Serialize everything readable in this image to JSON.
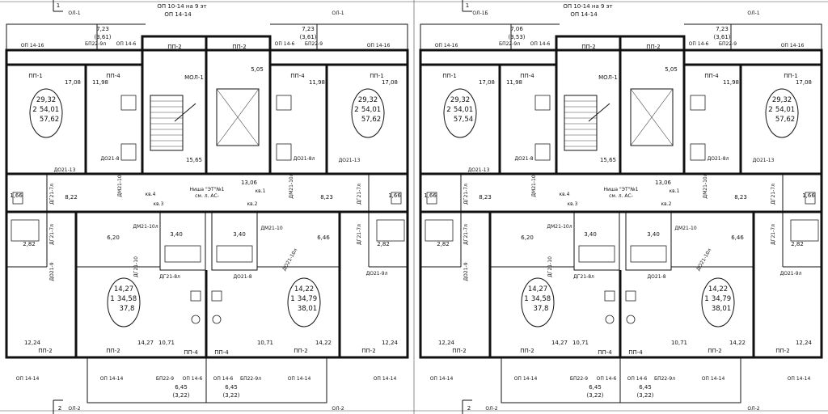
{
  "title": "",
  "colors": {
    "line": "#111111",
    "background": "#ffffff"
  },
  "marks": {
    "axis1": "1",
    "axis2": "2"
  },
  "frame": {
    "top": [
      "ОЛ-1",
      "ОЛ-1",
      "ОЛ-1Б",
      "ОЛ-1"
    ],
    "bottom": [
      "ОЛ-2",
      "ОЛ-2",
      "ОЛ-2",
      "ОЛ-2"
    ]
  },
  "header_notes": {
    "left_a": "ОП 10-14 на 9 эт",
    "left_b": "ОП 14-14",
    "right_a": "ОП 10-14 на 9 эт",
    "right_b": "ОП 14-14"
  },
  "sections": [
    {
      "top": {
        "bal_l": "7,23",
        "bal_l_sub": "(3,61)",
        "bal_r": "7,23",
        "bal_r_sub": "(3,61)"
      },
      "top_lintels": [
        "ОП 14-16",
        "БП22-9л",
        "ОП 14-6",
        "ОП 14-6",
        "БП22-9",
        "ОП 14-16"
      ],
      "slabs": [
        "ПП-1",
        "ПП-4",
        "ПП-2",
        "ПП-2",
        "ПП-4",
        "ПП-1"
      ],
      "areas_top": [
        "17,08",
        "11,98",
        "5,05",
        "11,98",
        "17,08"
      ],
      "apt_a": [
        "29,32",
        "2",
        "54,01",
        "57,62"
      ],
      "apt_b": [
        "29,32",
        "2",
        "54,01",
        "57,62"
      ],
      "stair": {
        "landing": "МОЛ-1",
        "area": "15,65",
        "hall": "13,06"
      },
      "niche": {
        "label": "Ниша \"ЭТ\"№1",
        "sub": "см. л. АС-"
      },
      "flats": [
        "кв.4",
        "кв.3",
        "кв.1",
        "кв.2"
      ],
      "doors_mid": [
        "ДО21-13",
        "ДО21-8",
        "ДО21-8л",
        "ДО21-13",
        "ДГ21-7л",
        "ДМ21-10",
        "ДМ21-10л",
        "ДГ21-7л"
      ],
      "areas_mid": [
        "1,66",
        "8,22",
        "8,23",
        "1,66"
      ],
      "doors_low": [
        "ДГ21-7л",
        "ДМ21-10л",
        "ДМ21-10",
        "ДГ21-7л",
        "ДГ21-10",
        "ДГ21-8л",
        "ДО21-8",
        "ДО21-9л",
        "ДО21-9",
        "ДО21-10л"
      ],
      "areas_low": [
        "2,82",
        "6,20",
        "3,40",
        "3,40",
        "6,46",
        "2,82"
      ],
      "apt_c": [
        "14,27",
        "1",
        "34,58",
        "37,8"
      ],
      "apt_d": [
        "14,22",
        "1",
        "34,79",
        "38,01"
      ],
      "areas_bottom": [
        "12,24",
        "14,27",
        "10,71",
        "10,71",
        "14,22",
        "12,24"
      ],
      "slabs_bottom": [
        "ПП-2",
        "ПП-2",
        "ПП-4",
        "ПП-4",
        "ПП-2",
        "ПП-2"
      ],
      "bottom_lintels": [
        "ОП 14-14",
        "ОП 14-14",
        "БП22-9",
        "ОП 14-6",
        "ОП 14-6",
        "БП22-9л",
        "ОП 14-14",
        "ОП 14-14"
      ],
      "bal_bottom": [
        "6,45",
        "(3,22)",
        "6,45",
        "(3,22)"
      ]
    },
    {
      "top": {
        "bal_l": "7,06",
        "bal_l_sub": "(3,53)",
        "bal_r": "7,23",
        "bal_r_sub": "(3,61)"
      },
      "top_lintels": [
        "ОП 14-16",
        "БП22-9л",
        "ОП 14-6",
        "ОП 14-6",
        "БП22-9",
        "ОП 14-16"
      ],
      "slabs": [
        "ПП-1",
        "ПП-4",
        "ПП-2",
        "ПП-2",
        "ПП-4",
        "ПП-1"
      ],
      "areas_top": [
        "17,08",
        "11,98",
        "5,05",
        "11,98",
        "17,08"
      ],
      "apt_a": [
        "29,32",
        "2",
        "54,01",
        "57,54"
      ],
      "apt_b": [
        "29,32",
        "2",
        "54,01",
        "57,62"
      ],
      "stair": {
        "landing": "МОЛ-1",
        "area": "15,65",
        "hall": "13,06"
      },
      "niche": {
        "label": "Ниша \"ЭТ\"№1",
        "sub": "см. л. АС-"
      },
      "flats": [
        "кв.4",
        "кв.3",
        "кв.1",
        "кв.2"
      ],
      "doors_mid": [
        "ДО21-13",
        "ДО21-8",
        "ДО21-8л",
        "ДО21-13",
        "ДГ21-7л",
        "ДМ21-10",
        "ДМ21-10л",
        "ДГ21-7л"
      ],
      "areas_mid": [
        "1,66",
        "8,23",
        "8,23",
        "1,66"
      ],
      "doors_low": [
        "ДГ21-7л",
        "ДМ21-10л",
        "ДМ21-10",
        "ДГ21-7л",
        "ДГ21-10",
        "ДГ21-8л",
        "ДО21-8",
        "ДО21-9л",
        "ДО21-9",
        "ДО21-10л"
      ],
      "areas_low": [
        "2,82",
        "6,20",
        "3,40",
        "3,40",
        "6,46",
        "2,82"
      ],
      "apt_c": [
        "14,27",
        "1",
        "34,58",
        "37,8"
      ],
      "apt_d": [
        "14,22",
        "1",
        "34,79",
        "38,01"
      ],
      "areas_bottom": [
        "12,24",
        "14,27",
        "10,71",
        "10,71",
        "14,22",
        "12,24"
      ],
      "slabs_bottom": [
        "ПП-2",
        "ПП-2",
        "ПП-4",
        "ПП-4",
        "ПП-2",
        "ПП-2"
      ],
      "bottom_lintels": [
        "ОП 14-14",
        "ОП 14-14",
        "БП22-9",
        "ОП 14-6",
        "ОП 14-6",
        "БП22-9л",
        "ОП 14-14",
        "ОП 14-14"
      ],
      "bal_bottom": [
        "6,45",
        "(3,22)",
        "6,45",
        "(3,22)"
      ]
    }
  ]
}
